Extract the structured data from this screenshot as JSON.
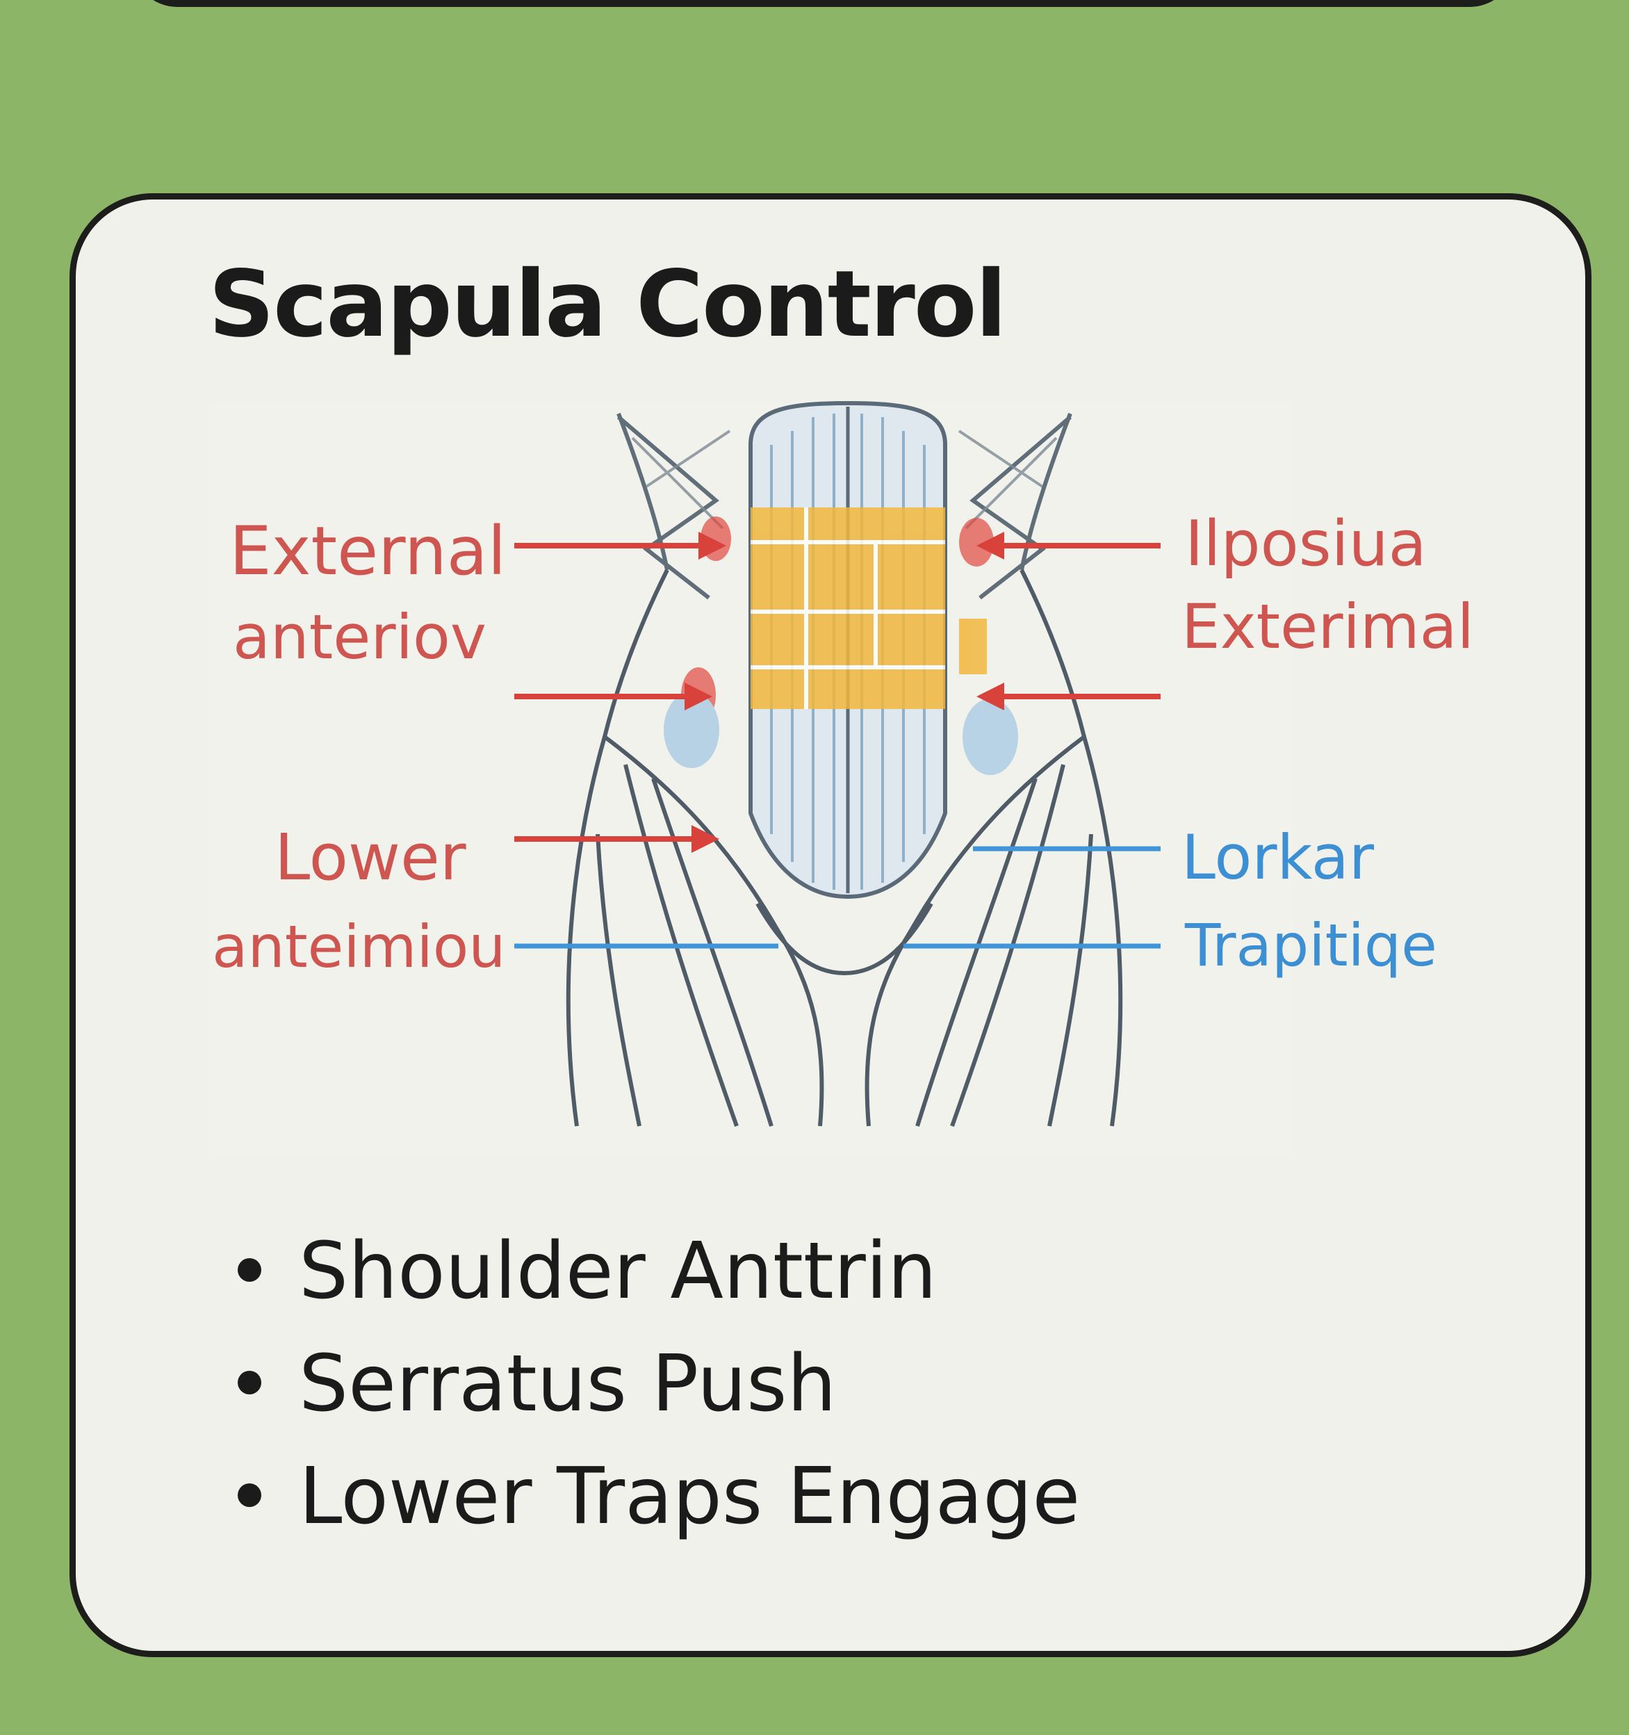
{
  "title": "Scapula Control",
  "labels_left": {
    "upper_line1": "External",
    "upper_line2": "anteriov",
    "lower_line1": "Lower",
    "lower_line2": "anteimiou"
  },
  "labels_right": {
    "upper_line1": "Ilposiua",
    "upper_line2": "Exterimal",
    "lower_line1": "Lorkar",
    "lower_line2": "Trapitiqe"
  },
  "bullets": [
    "Shoulder Anttrin",
    "Serratus Push",
    "Lower Traps Engage"
  ],
  "colors": {
    "background": "#8db568",
    "card": "#f0f1eb",
    "red_label": "#cf5650",
    "blue_label": "#3c8fd3",
    "highlight": "#f2b73d"
  }
}
